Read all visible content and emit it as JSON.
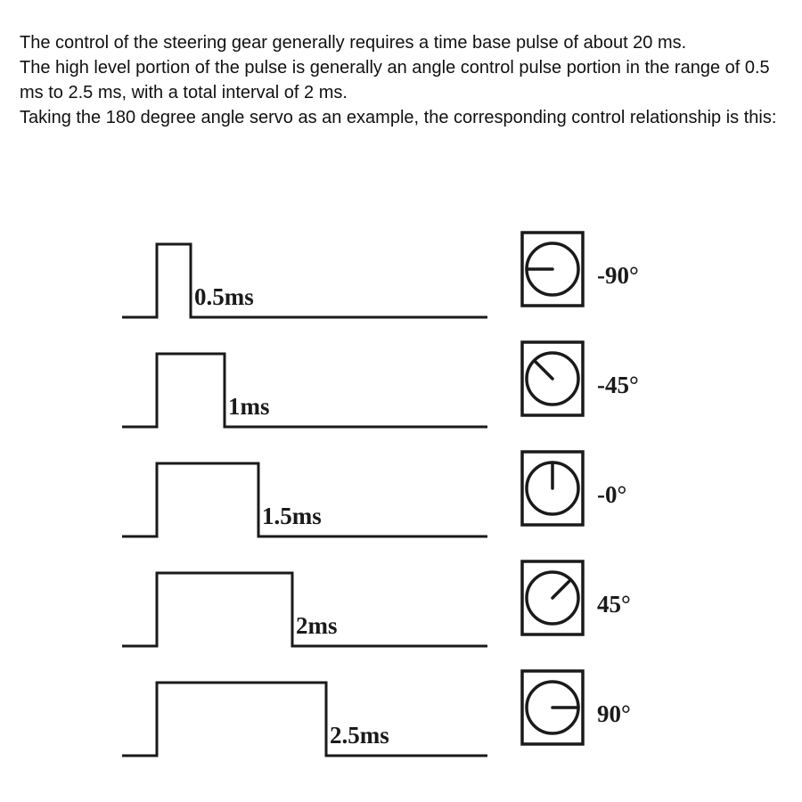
{
  "intro": {
    "p1": "The control of the steering gear generally requires a time base pulse of about 20 ms.",
    "p2": "The high level portion of the pulse is generally an angle control pulse portion in the range of 0.5 ms to 2.5 ms, with a total interval of 2 ms.",
    "p3": "Taking the 180 degree angle servo as an example, the corresponding control relationship is this:"
  },
  "rows": [
    {
      "pulse_ms": 0.5,
      "duration_label": "0.5ms",
      "angle_deg": -90,
      "angle_label": "-90°"
    },
    {
      "pulse_ms": 1.0,
      "duration_label": "1ms",
      "angle_deg": -45,
      "angle_label": "-45°"
    },
    {
      "pulse_ms": 1.5,
      "duration_label": "1.5ms",
      "angle_deg": 0,
      "angle_label": "-0°"
    },
    {
      "pulse_ms": 2.0,
      "duration_label": "2ms",
      "angle_deg": 45,
      "angle_label": "45°"
    },
    {
      "pulse_ms": 2.5,
      "duration_label": "2.5ms",
      "angle_deg": 90,
      "angle_label": "90°"
    }
  ],
  "colors": {
    "ink": "#1a1a1a",
    "text": "#111111",
    "background": "#ffffff"
  }
}
